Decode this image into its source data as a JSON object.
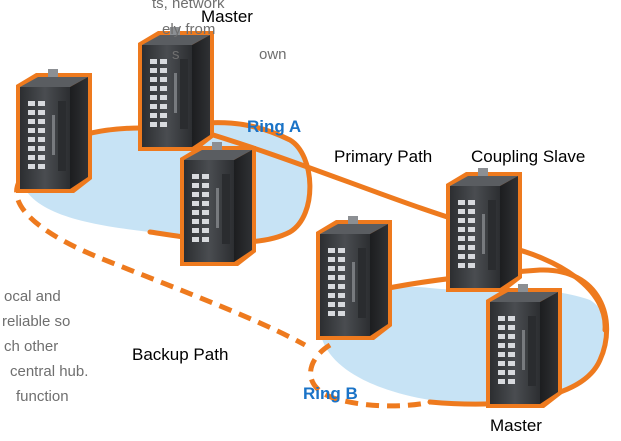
{
  "background_text": {
    "line1": "ts, network",
    "line2": "ely from",
    "line3_left": "s",
    "line3_right": "own",
    "line4": "ocal and",
    "line5": "reliable so",
    "line6": "ch other",
    "line7": "central hub.",
    "line8": "function"
  },
  "labels": {
    "master_top": "Master",
    "ring_a": "Ring A",
    "primary_path": "Primary Path",
    "coupling_slave": "Coupling Slave",
    "backup_path": "Backup Path",
    "ring_b": "Ring B",
    "master_bottom": "Master"
  },
  "colors": {
    "ring_link": "#ee7a1e",
    "ring_fill": "#c7e3f5",
    "ring_label": "#1a73c7",
    "switch_body": "#3b3d40",
    "caption_text": "#6f6f6f"
  }
}
